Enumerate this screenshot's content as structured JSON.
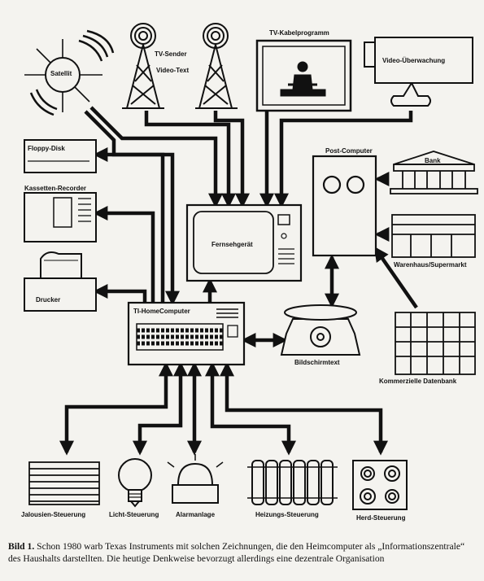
{
  "labels": {
    "satellit": "Satellit",
    "tv_sender": "TV-Sender",
    "video_text": "Video-Text",
    "tv_kabel": "TV-Kabelprogramm",
    "video_ueberwachung": "Video-Überwachung",
    "floppy": "Floppy-Disk",
    "kassetten": "Kassetten-Recorder",
    "drucker": "Drucker",
    "fernseh": "Fernsehgerät",
    "post_computer": "Post-Computer",
    "bank": "Bank",
    "warenhaus": "Warenhaus/Supermarkt",
    "home_computer": "TI-HomeComputer",
    "bildschirmtext": "Bildschirmtext",
    "datenbank": "Kommerzielle Datenbank",
    "jalousien": "Jalousien-Steuerung",
    "licht": "Licht-Steuerung",
    "alarm": "Alarmanlage",
    "heizung": "Heizungs-Steuerung",
    "herd": "Herd-Steuerung"
  },
  "caption": {
    "bold": "Bild 1.",
    "text": " Schon 1980 warb Texas Instruments mit solchen Zeichnungen, die den Heimcomputer als „Informationszentrale“ des Haushalts darstellten. Die heutige Denkweise bevorzugt allerdings eine dezentrale Organisation"
  }
}
